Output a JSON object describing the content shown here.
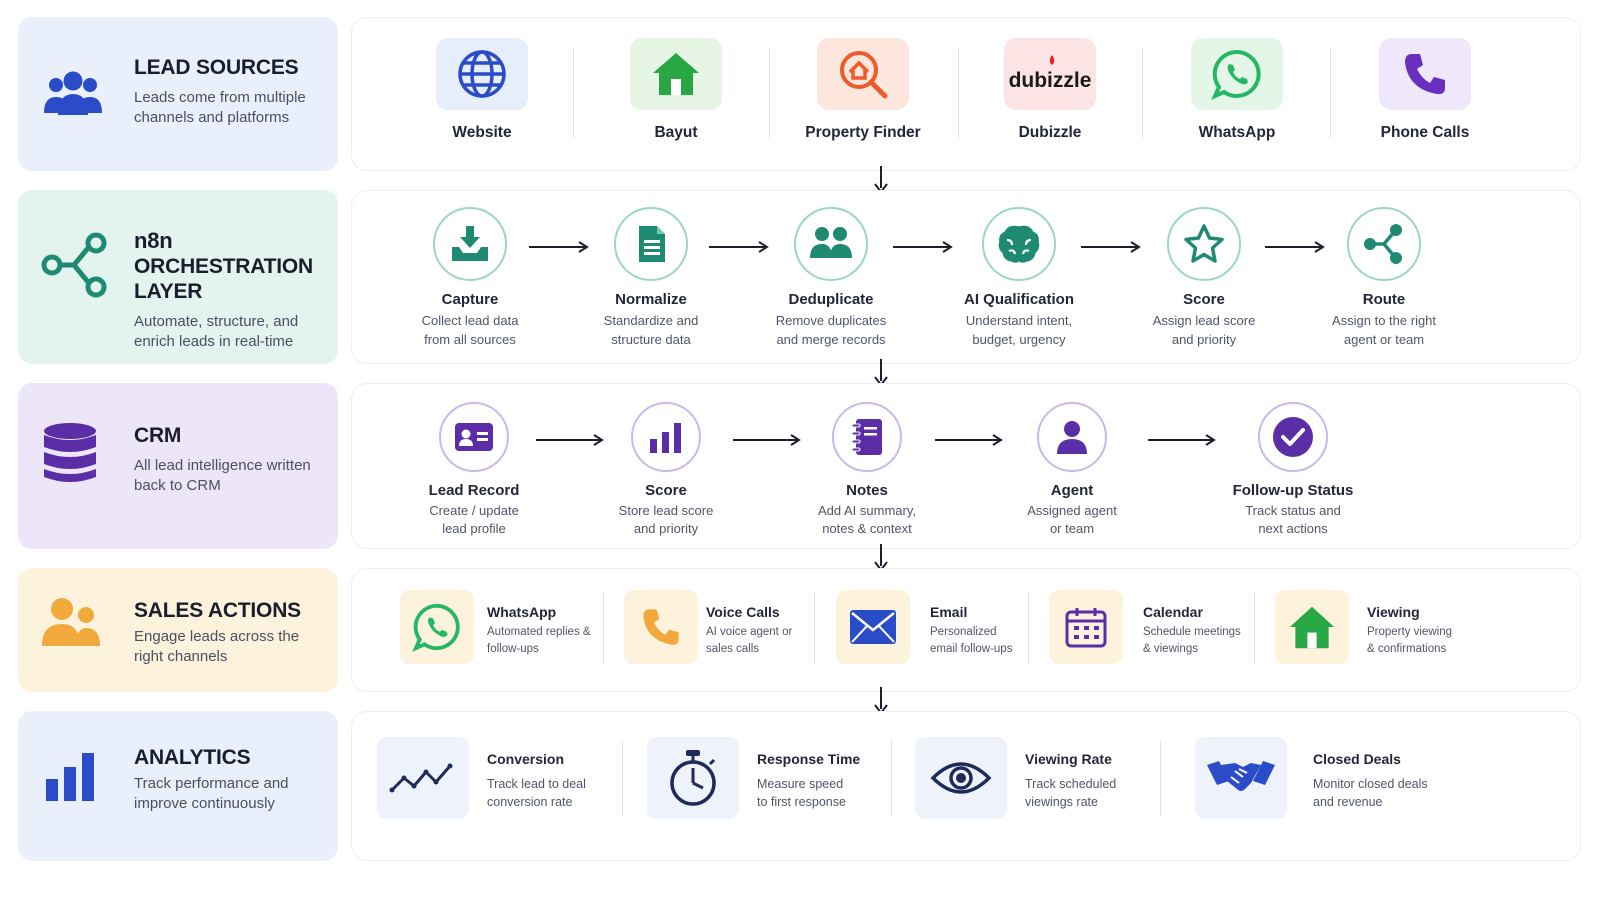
{
  "colors": {
    "blue": "#2b4cc9",
    "teal": "#1f8a72",
    "purple": "#5b2ea8",
    "orange": "#f2a93b",
    "green": "#29a745",
    "whatsapp": "#25b864"
  },
  "sections": {
    "lead_sources": {
      "title": "LEAD SOURCES",
      "desc": "Leads come from multiple channels and platforms",
      "icon": "people-group-icon",
      "items": [
        {
          "label": "Website",
          "icon": "globe-icon"
        },
        {
          "label": "Bayut",
          "icon": "house-icon"
        },
        {
          "label": "Property Finder",
          "icon": "house-search-icon"
        },
        {
          "label": "Dubizzle",
          "icon": "dubizzle-logo",
          "logo_text": "dubizzle"
        },
        {
          "label": "WhatsApp",
          "icon": "whatsapp-icon"
        },
        {
          "label": "Phone Calls",
          "icon": "phone-icon"
        }
      ]
    },
    "orchestration": {
      "title_prefix": "n8n",
      "title_rest": " ORCHESTRATION LAYER",
      "desc": "Automate, structure, and enrich leads in real-time",
      "icon": "share-nodes-icon",
      "steps": [
        {
          "title": "Capture",
          "desc1": "Collect lead data",
          "desc2": "from all sources",
          "icon": "inbox-download-icon"
        },
        {
          "title": "Normalize",
          "desc1": "Standardize and",
          "desc2": "structure data",
          "icon": "document-icon"
        },
        {
          "title": "Deduplicate",
          "desc1": "Remove duplicates",
          "desc2": "and merge records",
          "icon": "people-icon"
        },
        {
          "title": "AI Qualification",
          "desc1": "Understand intent,",
          "desc2": "budget, urgency",
          "icon": "brain-icon"
        },
        {
          "title": "Score",
          "desc1": "Assign lead score",
          "desc2": "and priority",
          "icon": "star-icon"
        },
        {
          "title": "Route",
          "desc1": "Assign to the right",
          "desc2": "agent or team",
          "icon": "share-icon"
        }
      ]
    },
    "crm": {
      "title": "CRM",
      "desc": "All lead intelligence written back to CRM",
      "icon": "database-icon",
      "steps": [
        {
          "title": "Lead Record",
          "desc1": "Create / update",
          "desc2": "lead profile",
          "icon": "id-card-icon"
        },
        {
          "title": "Score",
          "desc1": "Store lead score",
          "desc2": "and priority",
          "icon": "bar-chart-icon"
        },
        {
          "title": "Notes",
          "desc1": "Add AI summary,",
          "desc2": "notes & context",
          "icon": "notebook-icon"
        },
        {
          "title": "Agent",
          "desc1": "Assigned agent",
          "desc2": "or team",
          "icon": "user-icon"
        },
        {
          "title": "Follow-up Status",
          "desc1": "Track status and",
          "desc2": "next actions",
          "icon": "check-circle-icon"
        }
      ]
    },
    "sales": {
      "title": "SALES ACTIONS",
      "desc": "Engage leads across the right channels",
      "icon": "people-group-icon",
      "items": [
        {
          "title": "WhatsApp",
          "desc1": "Automated replies &",
          "desc2": "follow-ups",
          "icon": "whatsapp-icon"
        },
        {
          "title": "Voice Calls",
          "desc1": "AI voice agent or",
          "desc2": "sales calls",
          "icon": "phone-icon"
        },
        {
          "title": "Email",
          "desc1": "Personalized",
          "desc2": "email follow-ups",
          "icon": "envelope-icon"
        },
        {
          "title": "Calendar",
          "desc1": "Schedule meetings",
          "desc2": "& viewings",
          "icon": "calendar-icon"
        },
        {
          "title": "Viewing",
          "desc1": "Property viewing",
          "desc2": "& confirmations",
          "icon": "house-icon"
        }
      ]
    },
    "analytics": {
      "title": "ANALYTICS",
      "desc": "Track performance and improve continuously",
      "icon": "bar-chart-icon",
      "metrics": [
        {
          "title": "Conversion",
          "desc1": "Track lead to deal",
          "desc2": "conversion rate",
          "icon": "trend-line-icon"
        },
        {
          "title": "Response Time",
          "desc1": "Measure speed",
          "desc2": "to first response",
          "icon": "stopwatch-icon"
        },
        {
          "title": "Viewing Rate",
          "desc1": "Track scheduled",
          "desc2": "viewings rate",
          "icon": "eye-icon"
        },
        {
          "title": "Closed Deals",
          "desc1": "Monitor closed deals",
          "desc2": "and revenue",
          "icon": "handshake-icon"
        }
      ]
    }
  }
}
